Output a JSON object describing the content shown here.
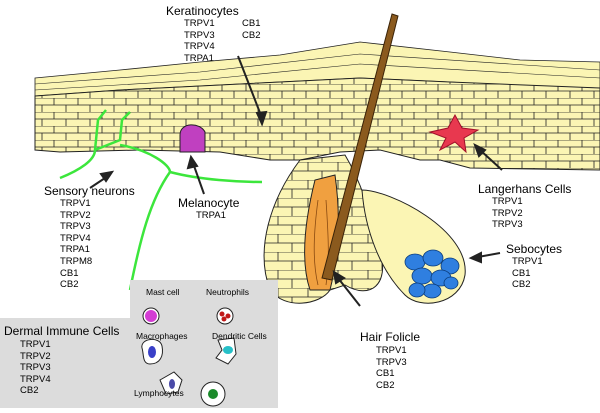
{
  "keratinocytes": {
    "title": "Keratinocytes",
    "col1": [
      "TRPV1",
      "TRPV3",
      "TRPV4",
      "TRPA1"
    ],
    "col2": [
      "CB1",
      "CB2"
    ]
  },
  "sensory_neurons": {
    "title": "Sensory neurons",
    "items": [
      "TRPV1",
      "TRPV2",
      "TRPV3",
      "TRPV4",
      "TRPA1",
      "TRPM8",
      "CB1",
      "CB2"
    ]
  },
  "melanocyte": {
    "title": "Melanocyte",
    "items": [
      "TRPA1"
    ]
  },
  "langerhans": {
    "title": "Langerhans Cells",
    "items": [
      "TRPV1",
      "TRPV2",
      "TRPV3"
    ]
  },
  "sebocytes": {
    "title": "Sebocytes",
    "items": [
      "TRPV1",
      "CB1",
      "CB2"
    ]
  },
  "hair_follicle": {
    "title": "Hair Folicle",
    "items": [
      "TRPV1",
      "TRPV3",
      "CB1",
      "CB2"
    ]
  },
  "dermal_immune": {
    "title": "Dermal Immune Cells",
    "items": [
      "TRPV1",
      "TRPV2",
      "TRPV3",
      "TRPV4",
      "CB2"
    ]
  },
  "immune_cell_types": {
    "mast": "Mast cell",
    "neutrophils": "Neutrophils",
    "macrophages": "Macrophages",
    "dendritic": "Dendritic Cells",
    "lymphocytes": "Lymphocytes"
  },
  "colors": {
    "keratinocyte_fill": "#fbf5b4",
    "outline": "#000000",
    "neuron": "#3ce63c",
    "melanocyte": "#c040c0",
    "langerhans": "#e8384f",
    "hair_shaft": "#8b5a1e",
    "follicle_inner": "#f0a040",
    "sebocyte": "#2f7fe0",
    "panel": "#dcdcdc"
  }
}
